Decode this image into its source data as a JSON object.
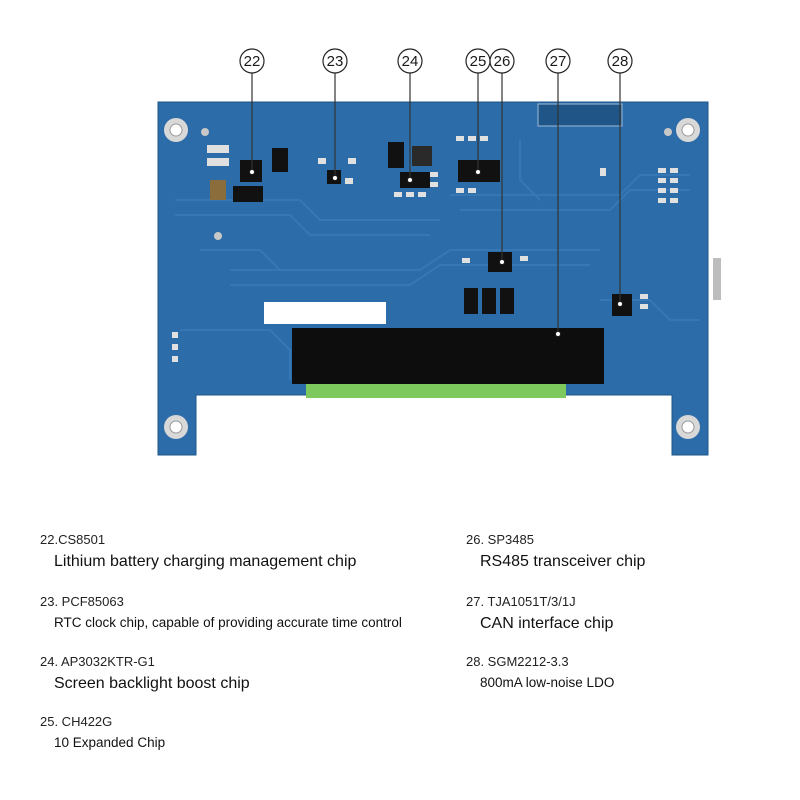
{
  "callouts": [
    {
      "num": "22",
      "name": "CS8501",
      "desc": "Lithium battery charging management chip"
    },
    {
      "num": "23",
      "name": "PCF85063",
      "desc": "RTC clock chip, capable of providing accurate time control"
    },
    {
      "num": "24",
      "name": "AP3032KTR-G1",
      "desc": "Screen backlight boost chip"
    },
    {
      "num": "25",
      "name": "CH422G",
      "desc": "10 Expanded Chip"
    },
    {
      "num": "26",
      "name": "SP3485",
      "desc": "RS485 transceiver chip"
    },
    {
      "num": "27",
      "name": "TJA1051T/3/1J",
      "desc": "CAN interface chip"
    },
    {
      "num": "28",
      "name": "SGM2212-3.3",
      "desc": "800mA low-noise LDO"
    }
  ],
  "legend": {
    "l22": {
      "title": "22.CS8501",
      "desc": "Lithium battery charging management chip"
    },
    "l23": {
      "title": "23. PCF85063",
      "desc": "RTC clock chip, capable of providing accurate time control"
    },
    "l24": {
      "title": "24. AP3032KTR-G1",
      "desc": "Screen backlight boost chip"
    },
    "l25": {
      "title": "25. CH422G",
      "desc": "10 Expanded Chip"
    },
    "l26": {
      "title": "26. SP3485",
      "desc": "RS485 transceiver chip"
    },
    "l27": {
      "title": "27. TJA1051T/3/1J",
      "desc": "CAN interface chip"
    },
    "l28": {
      "title": "28. SGM2212-3.3",
      "desc": "800mA low-noise LDO"
    }
  },
  "colors": {
    "board": "#2c6ca8",
    "board_dark": "#234f7d",
    "connector": "#0d0d0d",
    "connector_pins": "#7dc95e",
    "pad": "#c8c8c8"
  }
}
